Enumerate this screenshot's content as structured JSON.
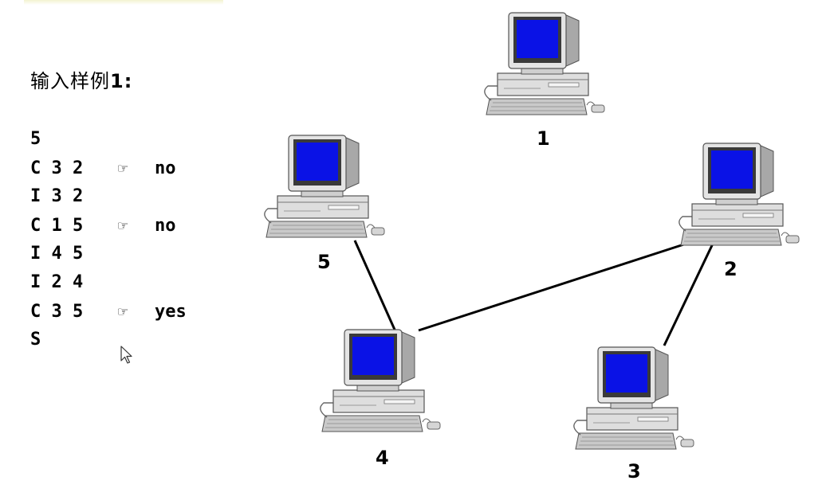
{
  "title": {
    "text": "输入样例",
    "num": "1:"
  },
  "input_lines": [
    {
      "cmd": "5",
      "hand": "",
      "answer": ""
    },
    {
      "cmd": "C 3 2",
      "hand": "☞",
      "answer": "no"
    },
    {
      "cmd": "I 3 2",
      "hand": "",
      "answer": ""
    },
    {
      "cmd": "C 1 5",
      "hand": "☞",
      "answer": "no"
    },
    {
      "cmd": "I 4 5",
      "hand": "",
      "answer": ""
    },
    {
      "cmd": "I 2 4",
      "hand": "",
      "answer": ""
    },
    {
      "cmd": "C 3 5",
      "hand": "☞",
      "answer": "yes"
    },
    {
      "cmd": "S",
      "hand": "",
      "answer": ""
    }
  ],
  "nodes": [
    {
      "id": "1",
      "label": "1"
    },
    {
      "id": "2",
      "label": "2"
    },
    {
      "id": "3",
      "label": "3"
    },
    {
      "id": "4",
      "label": "4"
    },
    {
      "id": "5",
      "label": "5"
    }
  ],
  "edges": [
    {
      "from": "5",
      "to": "4"
    },
    {
      "from": "4",
      "to": "2"
    },
    {
      "from": "2",
      "to": "3"
    }
  ],
  "colors": {
    "screen": "#0a12e6",
    "case": "#d9d9d9",
    "case_dark": "#9a9a9a",
    "text": "#000000"
  },
  "icons": {
    "computer": "desktop-computer-icon",
    "pointer": "mouse-cursor-icon",
    "hand": "pointing-hand-icon"
  }
}
